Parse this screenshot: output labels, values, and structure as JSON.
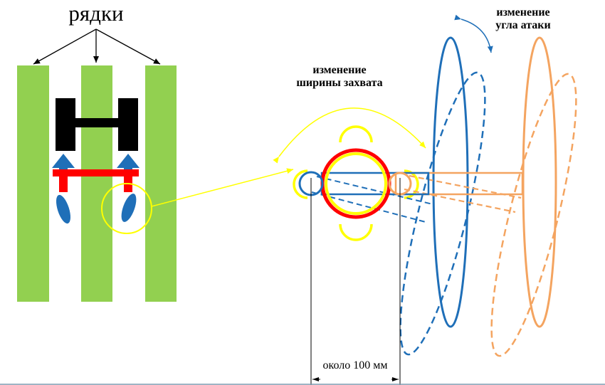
{
  "labels": {
    "rows": "рядки",
    "width_change_line1": "изменение",
    "width_change_line2": "ширины захвата",
    "angle_change_line1": "изменение",
    "angle_change_line2": "угла атаки",
    "dimension": "около 100 мм"
  },
  "colors": {
    "row_green": "#92d050",
    "tractor_black": "#000000",
    "frame_red": "#ff0000",
    "disc_blue": "#1f6fb8",
    "arrow_blue": "#1f6fb8",
    "highlight_yellow": "#ffff00",
    "disc_orange": "#f4a460",
    "orange_dark": "#f0883e"
  }
}
